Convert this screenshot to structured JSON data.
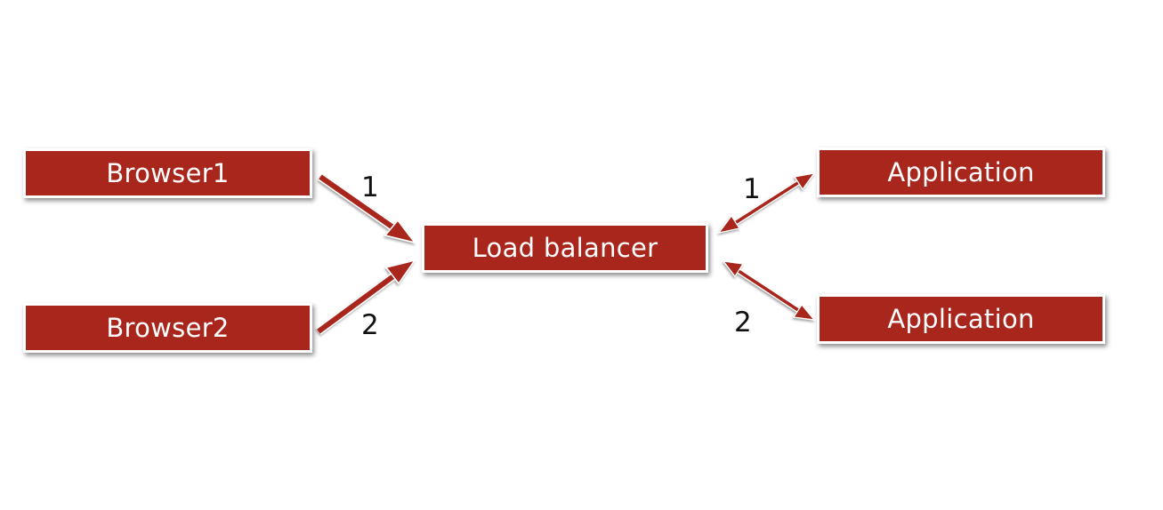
{
  "colors": {
    "box_fill": "#a8261c",
    "arrow": "#a8261c",
    "text": "#ffffff"
  },
  "nodes": {
    "browser1": "Browser1",
    "browser2": "Browser2",
    "load_balancer": "Load balancer",
    "application_1": "Application",
    "application_2": "Application"
  },
  "edge_labels": {
    "browser1_to_lb": "1",
    "browser2_to_lb": "2",
    "lb_app1": "1",
    "lb_app2": "2"
  }
}
